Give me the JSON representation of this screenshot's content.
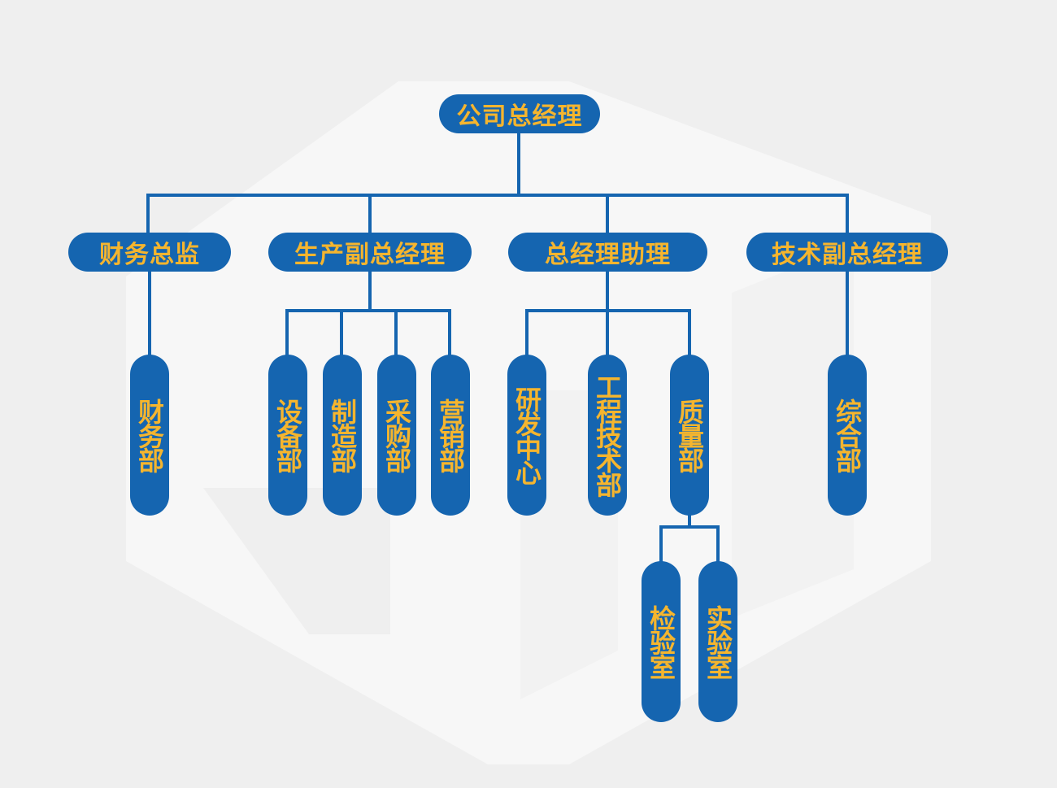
{
  "colors": {
    "node_fill": "#1565b0",
    "node_text": "#f5b52e",
    "connector": "#1565b0",
    "background": "#efefef",
    "watermark": "#f7f7f7"
  },
  "org": {
    "root": "公司总经理",
    "finance_director": "财务总监",
    "production_vp": "生产副总经理",
    "gm_assistant": "总经理助理",
    "tech_vp": "技术副总经理",
    "finance_dept": "财务部",
    "equipment_dept": "设备部",
    "manufacturing_dept": "制造部",
    "procurement_dept": "采购部",
    "marketing_dept": "营销部",
    "rnd_center": "研发中心",
    "engineering_dept": "工程技术部",
    "quality_dept": "质量部",
    "general_dept": "综合部",
    "inspection_room": "检验室",
    "laboratory": "实验室"
  }
}
